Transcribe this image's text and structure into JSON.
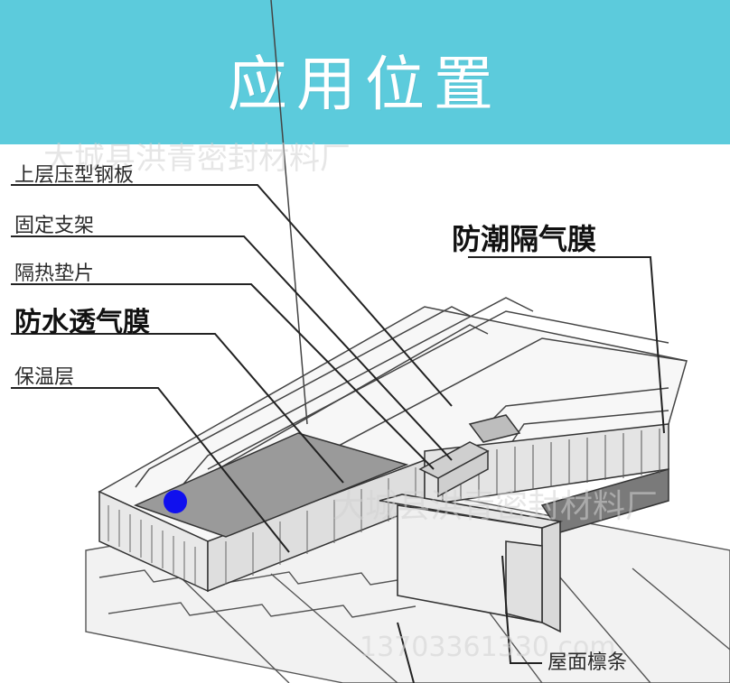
{
  "banner": {
    "title": "应用位置",
    "color": "#5ccbdc"
  },
  "labels": {
    "upper_steel_plate": "上层压型钢板",
    "fixed_bracket": "固定支架",
    "insulation_pad": "隔热垫片",
    "waterproof_membrane": "防水透气膜",
    "thermal_layer": "保温层",
    "vapor_barrier": "防潮隔气膜",
    "purlin": "屋面檩条"
  },
  "watermarks": {
    "top": "大城县洪青密封材料厂",
    "middle": "大城县洪青密封材料厂",
    "bottom": "13703361330.com"
  },
  "marker_color": "#1010ee"
}
